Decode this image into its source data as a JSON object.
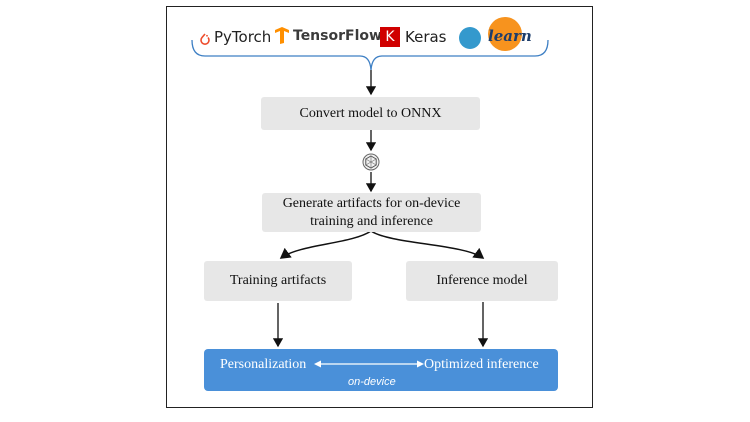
{
  "frameworks": {
    "pytorch": "PyTorch",
    "tensorflow": "TensorFlow",
    "keras_letter": "K",
    "keras": "Keras",
    "sklearn": "learn"
  },
  "steps": {
    "convert": "Convert model to ONNX",
    "generate_line1": "Generate artifacts for on-device",
    "generate_line2": "training and inference",
    "training": "Training artifacts",
    "inference": "Inference model"
  },
  "bottom": {
    "left": "Personalization",
    "right": "Optimized inference",
    "sub": "on-device"
  },
  "colors": {
    "box": "#e7e7e7",
    "accent": "#4a90d9",
    "pytorch": "#ee4c2c",
    "tensorflow": "#ff8f00",
    "keras": "#d00000",
    "sklearn_orange": "#f7931e",
    "sklearn_blue": "#3499cd"
  }
}
